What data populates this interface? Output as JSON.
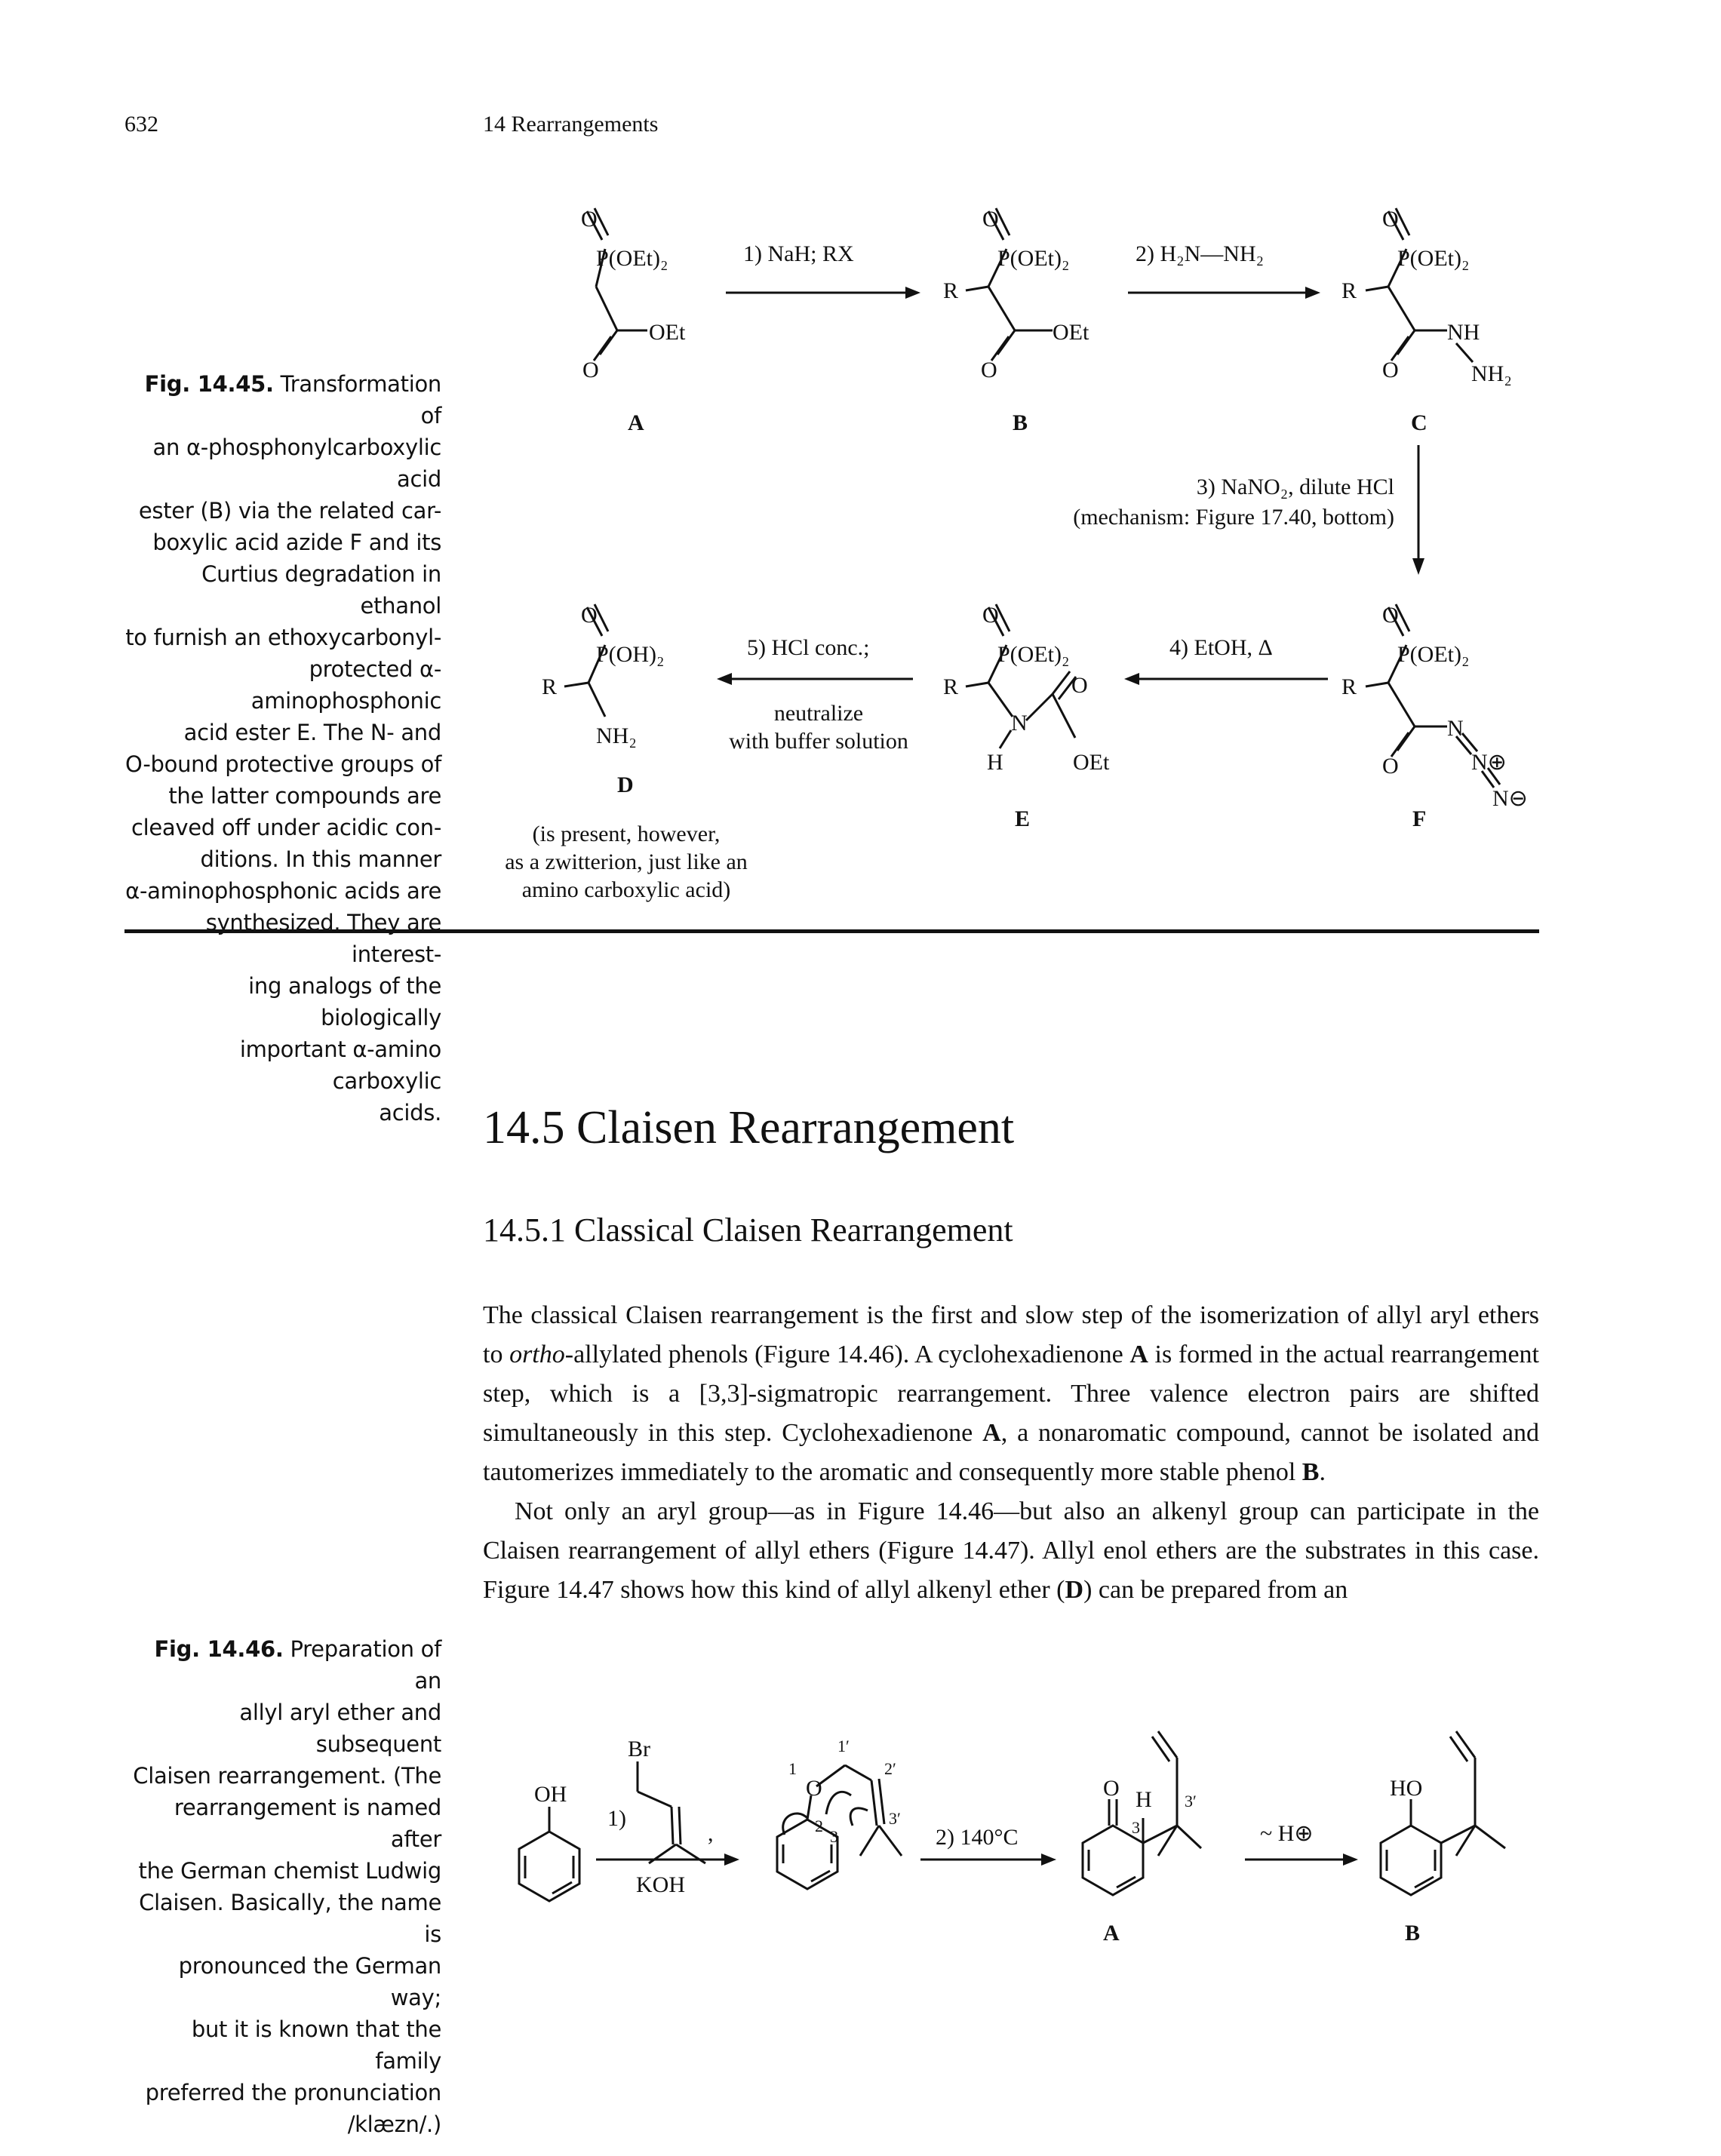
{
  "header": {
    "page_number": "632",
    "running_title": "14 Rearrangements"
  },
  "fig45": {
    "caption_label": "Fig. 14.45.",
    "caption_text": "Transformation of an α-phosphonylcarboxylic acid ester (B) via the related carboxylic acid azide F and its Curtius degradation in ethanol to furnish an ethoxycarbonyl-protected α-aminophosphonic acid ester E. The N- and O-bound protective groups of the latter compounds are cleaved off under acidic conditions. In this manner α-aminophosphonic acids are synthesized. They are interesting analogs of the biologically important α-amino carboxylic acids.",
    "caption_lines": [
      "Transformation of",
      "an α-phosphonylcarboxylic acid",
      "ester (B) via the related car-",
      "boxylic acid azide F and its",
      "Curtius degradation in ethanol",
      "to furnish an ethoxycarbonyl-",
      "protected α-aminophosphonic",
      "acid ester E. The N- and",
      "O-bound protective groups of",
      "the latter compounds are",
      "cleaved off under acidic con-",
      "ditions. In this manner",
      "α-aminophosphonic acids are",
      "synthesized. They are interest-",
      "ing analogs of the biologically",
      "important α-amino carboxylic",
      "acids."
    ],
    "compounds": [
      "A",
      "B",
      "C",
      "D",
      "E",
      "F"
    ],
    "steps": {
      "s1": "1) NaH; RX",
      "s2": "2) H₂N—NH₂",
      "s3a": "3) NaNO₂, dilute HCl",
      "s3b": "(mechanism: Figure 17.40, bottom)",
      "s4": "4) EtOH, Δ",
      "s5": "5) HCl conc.;",
      "s5b": "neutralize",
      "s5c": "with buffer solution"
    },
    "note_lines": [
      "(is present, however,",
      "as a zwitterion, just like an",
      "amino carboxylic acid)"
    ],
    "labels": {
      "O": "O",
      "POEt2": "P(OEt)₂",
      "POH2": "P(OH)₂",
      "OEt": "OEt",
      "R": "R",
      "NH": "NH",
      "NH2": "NH₂",
      "N": "N",
      "H": "H",
      "Nplus": "N⊕",
      "Nminus": "N⊖"
    }
  },
  "section": {
    "title": "14.5   Claisen Rearrangement",
    "subtitle": "14.5.1   Classical Claisen Rearrangement"
  },
  "body": {
    "p1_a": "The classical Claisen rearrangement is the first and slow step of the isomerization of allyl aryl ethers to ",
    "p1_italic": "ortho",
    "p1_b": "-allylated phenols (Figure 14.46). A cyclohexadienone ",
    "p1_A1": "A",
    "p1_c": " is formed in the actual rearrangement step, which is a [3,3]-sigmatropic rearrangement. Three valence electron pairs are shifted simultaneously in this step. Cyclohexadienone ",
    "p1_A2": "A",
    "p1_d": ", a nonaromatic compound, cannot be isolated and tautomerizes immediately to the aromatic and consequently more stable phenol ",
    "p1_B": "B",
    "p1_e": ".",
    "p2_a": "Not only an aryl group—as in Figure 14.46—but also an alkenyl group can participate in the Claisen rearrangement of allyl ethers (Figure 14.47). Allyl enol ethers are the substrates in this case. Figure 14.47 shows how this kind of allyl alkenyl ether (",
    "p2_D": "D",
    "p2_b": ") can be prepared from an"
  },
  "fig46": {
    "caption_label": "Fig. 14.46.",
    "caption_lines": [
      "Preparation of an",
      "allyl aryl ether and subsequent",
      "Claisen rearrangement. (The",
      "rearrangement is named after",
      "the German chemist Ludwig",
      "Claisen. Basically, the name is",
      "pronounced the German way;",
      "but it is known that the family",
      "preferred the pronunciation",
      "/klæzn/.)"
    ],
    "labels": {
      "OH": "OH",
      "Br": "Br",
      "step1": "1)",
      "KOH": "KOH",
      "comma": ",",
      "step2": "2) 140°C",
      "shift": "~ H⊕",
      "O": "O",
      "H": "H",
      "HO": "HO",
      "A": "A",
      "B": "B",
      "n1": "1",
      "n2": "2",
      "n3": "3",
      "n1p": "1′",
      "n2p": "2′",
      "n3p": "3′"
    }
  }
}
